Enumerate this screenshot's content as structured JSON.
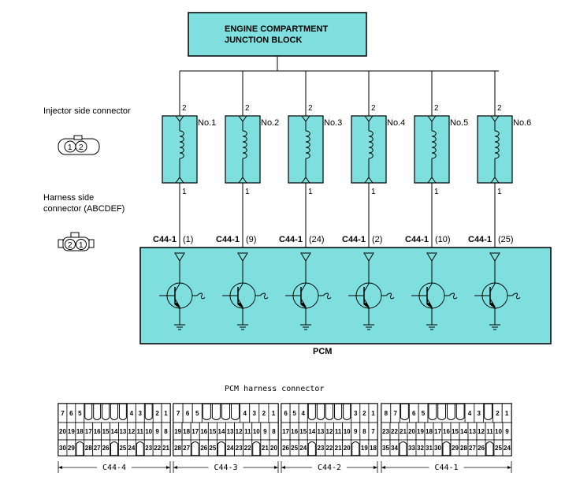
{
  "junction_block": {
    "line1": "ENGINE  COMPARTMENT",
    "line2": "JUNCTION  BLOCK"
  },
  "labels": {
    "injector_side": "Injector side connector",
    "harness_side_1": "Harness side",
    "harness_side_2": "connector (ABCDEF)",
    "pcm": "PCM",
    "pcm_connector_title": "PCM harness connector"
  },
  "connector_pins": {
    "injector": [
      "1",
      "2"
    ],
    "harness": [
      "2",
      "1"
    ]
  },
  "injectors": [
    {
      "name": "No.1",
      "top_pin": "2",
      "bottom_pin": "1",
      "conn": "C44-1",
      "pcm_pin": "(1)"
    },
    {
      "name": "No.2",
      "top_pin": "2",
      "bottom_pin": "1",
      "conn": "C44-1",
      "pcm_pin": "(9)"
    },
    {
      "name": "No.3",
      "top_pin": "2",
      "bottom_pin": "1",
      "conn": "C44-1",
      "pcm_pin": "(24)"
    },
    {
      "name": "No.4",
      "top_pin": "2",
      "bottom_pin": "1",
      "conn": "C44-1",
      "pcm_pin": "(2)"
    },
    {
      "name": "No.5",
      "top_pin": "2",
      "bottom_pin": "1",
      "conn": "C44-1",
      "pcm_pin": "(10)"
    },
    {
      "name": "No.6",
      "top_pin": "2",
      "bottom_pin": "1",
      "conn": "C44-1",
      "pcm_pin": "(25)"
    }
  ],
  "pcm_connectors": [
    {
      "name": "C44-4",
      "rows": [
        [
          "7",
          "6",
          "5",
          "",
          "",
          "",
          "",
          "",
          "4",
          "3",
          "",
          "2",
          "1"
        ],
        [
          "20",
          "19",
          "18",
          "17",
          "16",
          "15",
          "14",
          "13",
          "12",
          "11",
          "10",
          "9",
          "8"
        ],
        [
          "30",
          "29",
          "",
          "28",
          "27",
          "26",
          "",
          "25",
          "24",
          "",
          "23",
          "22",
          "21"
        ]
      ]
    },
    {
      "name": "C44-3",
      "rows": [
        [
          "7",
          "6",
          "5",
          "",
          "",
          "",
          "",
          "4",
          "3",
          "2",
          "1"
        ],
        [
          "19",
          "18",
          "17",
          "16",
          "15",
          "14",
          "13",
          "12",
          "11",
          "10",
          "9",
          "8"
        ],
        [
          "28",
          "27",
          "",
          "26",
          "25",
          "",
          "24",
          "23",
          "22",
          "",
          "21",
          "20"
        ]
      ]
    },
    {
      "name": "C44-2",
      "rows": [
        [
          "6",
          "5",
          "4",
          "",
          "",
          "",
          "",
          "",
          "3",
          "2",
          "1"
        ],
        [
          "17",
          "16",
          "15",
          "14",
          "13",
          "12",
          "11",
          "10",
          "9",
          "8",
          "7"
        ],
        [
          "26",
          "25",
          "24",
          "",
          "23",
          "22",
          "21",
          "20",
          "",
          "19",
          "18"
        ]
      ]
    },
    {
      "name": "C44-1",
      "rows": [
        [
          "8",
          "7",
          "",
          "6",
          "5",
          "",
          "",
          "",
          "",
          "4",
          "3",
          "",
          "2",
          "1"
        ],
        [
          "23",
          "22",
          "21",
          "20",
          "19",
          "18",
          "17",
          "16",
          "15",
          "14",
          "13",
          "12",
          "11",
          "10",
          "9"
        ],
        [
          "35",
          "34",
          "",
          "33",
          "32",
          "31",
          "30",
          "",
          "29",
          "28",
          "27",
          "26",
          "",
          "25",
          "24"
        ]
      ]
    }
  ]
}
